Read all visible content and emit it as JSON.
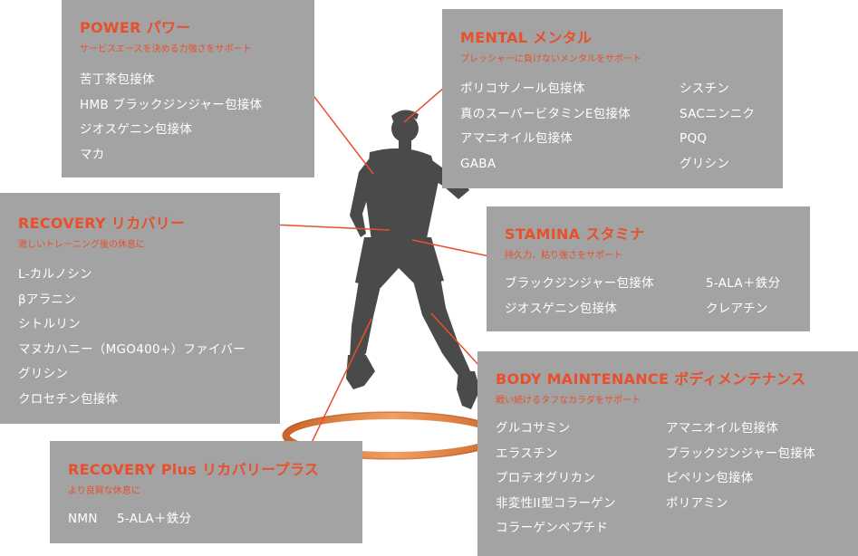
{
  "colors": {
    "accent": "#e8502b",
    "box": "#a3a3a3",
    "text": "#ffffff",
    "silhouette": "#4a4a4a",
    "ring": "#e8894a"
  },
  "power": {
    "title": "POWER パワー",
    "subtitle": "サービスエースを決める力強さをサポート",
    "items": [
      "苦丁茶包接体",
      "HMB ブラックジンジャー包接体",
      "ジオスゲニン包接体",
      "マカ"
    ]
  },
  "mental": {
    "title": "MENTAL メンタル",
    "subtitle": "プレッシャーに負けないメンタルをサポート",
    "items_left": [
      "ポリコサノール包接体",
      "真のスーパービタミンE包接体",
      "アマニオイル包接体",
      "GABA"
    ],
    "items_right": [
      "シスチン",
      "SACニンニク",
      "PQQ",
      "グリシン"
    ]
  },
  "recovery": {
    "title": "RECOVERY リカバリー",
    "subtitle": "激しいトレーニング後の休息に",
    "items": [
      "L-カルノシン",
      "βアラニン",
      "シトルリン",
      "マヌカハニー（MGO400+）ファイバー",
      "グリシン",
      "クロセチン包接体"
    ]
  },
  "stamina": {
    "title": "STAMINA スタミナ",
    "subtitle": "持久力、粘り強さをサポート",
    "items_left": [
      "ブラックジンジャー包接体",
      "ジオスゲニン包接体"
    ],
    "items_right": [
      "5-ALA＋鉄分",
      "クレアチン"
    ]
  },
  "body": {
    "title": "BODY MAINTENANCE ボディメンテナンス",
    "subtitle": "戦い続けるタフなカラダをサポート",
    "items_left": [
      "グルコサミン",
      "エラスチン",
      "プロテオグリカン",
      "非変性II型コラーゲン",
      "コラーゲンペプチド"
    ],
    "items_right": [
      "アマニオイル包接体",
      "ブラックジンジャー包接体",
      "ピペリン包接体",
      "ポリアミン"
    ]
  },
  "recovery_plus": {
    "title": "RECOVERY Plus リカバリープラス",
    "subtitle": "より良質な休息に",
    "items": [
      "NMN",
      "5-ALA＋鉄分"
    ]
  }
}
